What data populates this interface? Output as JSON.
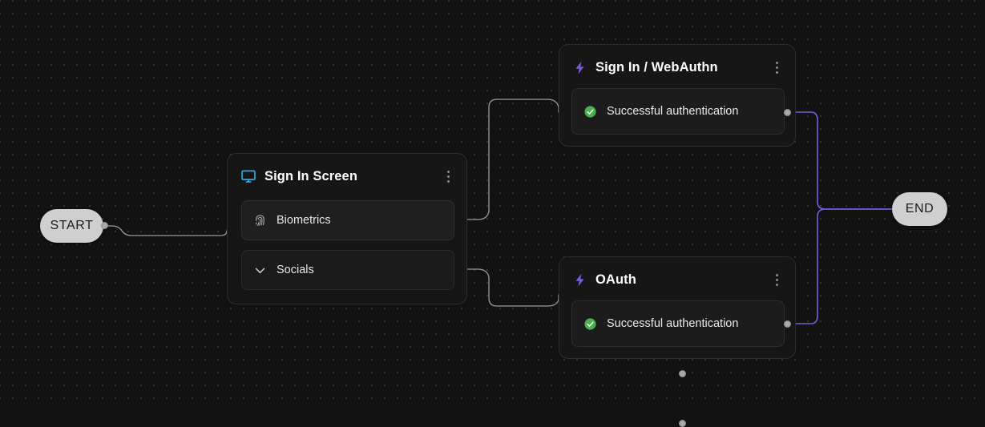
{
  "canvas": {
    "background_color": "#121212",
    "grid_dot_color": "#3a3a3a",
    "edge_color": "#9a9a9a",
    "edge_accent_color": "#7c5cdb"
  },
  "start_node": {
    "label": "START"
  },
  "end_node": {
    "label": "END"
  },
  "nodes": [
    {
      "id": "sign-in-screen",
      "title": "Sign In Screen",
      "icon": "monitor-icon",
      "icon_color": "#29a8e0",
      "menu_icon": "kebab-menu-icon",
      "rows": [
        {
          "label": "Biometrics",
          "icon": "fingerprint-icon"
        },
        {
          "label": "Socials",
          "icon": "chevron-down-icon"
        }
      ]
    },
    {
      "id": "sign-in-webauthn",
      "title": "Sign In / WebAuthn",
      "icon": "lightning-bolt-icon",
      "icon_color": "#7c5cdb",
      "menu_icon": "kebab-menu-icon",
      "result": {
        "label": "Successful authentication",
        "icon": "check-circle-icon",
        "icon_color": "#4caf50"
      }
    },
    {
      "id": "oauth",
      "title": "OAuth",
      "icon": "lightning-bolt-icon",
      "icon_color": "#7c5cdb",
      "menu_icon": "kebab-menu-icon",
      "result": {
        "label": "Successful authentication",
        "icon": "check-circle-icon",
        "icon_color": "#4caf50"
      }
    }
  ]
}
